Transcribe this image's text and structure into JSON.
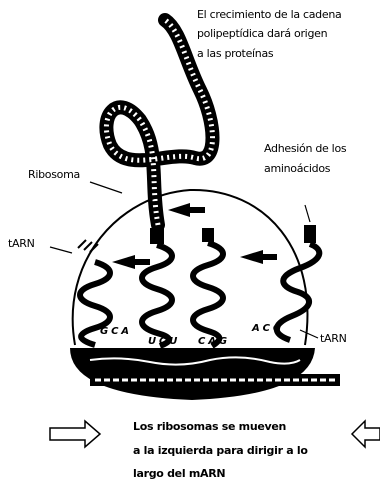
{
  "labels": {
    "growth_line1": "El crecimiento de la cadena",
    "growth_line2": "polipeptídica dará origen",
    "growth_line3": "a las proteínas",
    "adhesion_line1": "Adhesión de los",
    "adhesion_line2": "aminoácidos",
    "ribosoma": "Ribosoma",
    "trna_left": "tARN",
    "trna_right": "tARN",
    "bottom_line1": "Los ribosomas se mueven",
    "bottom_line2": "a la izquierda para dirigir a lo",
    "bottom_line3": "largo del mARN"
  },
  "anticodons": [
    {
      "text": "G C A"
    },
    {
      "text": "U C U"
    },
    {
      "text": "C A G"
    },
    {
      "text": "A C G"
    }
  ],
  "colors": {
    "ink": "#000000",
    "paper": "#ffffff"
  }
}
